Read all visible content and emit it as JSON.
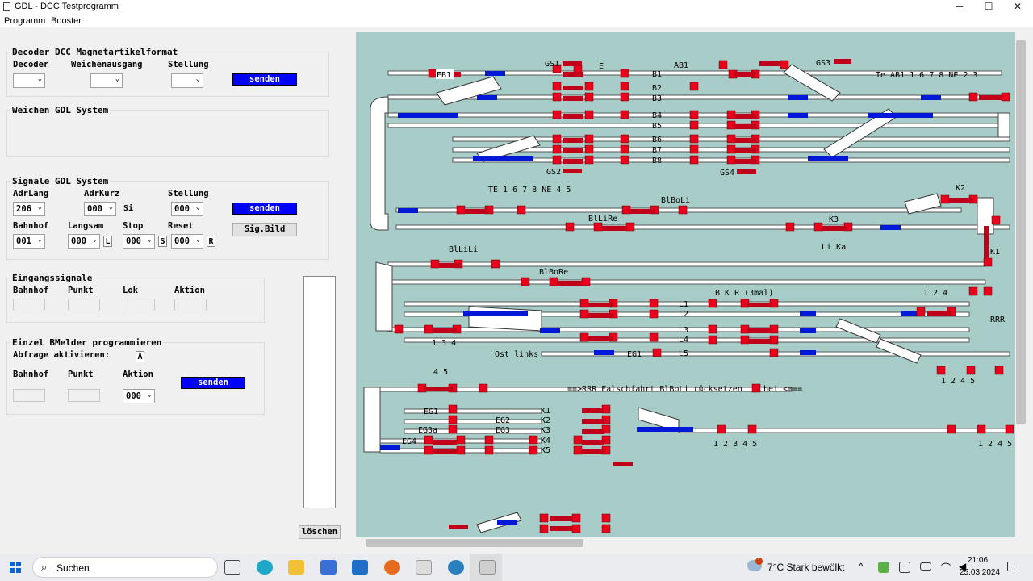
{
  "window": {
    "title": "GDL - DCC Testprogramm",
    "minimize": "─",
    "maximize": "☐",
    "close": "✕"
  },
  "menu": {
    "item1": "Programm",
    "item2": "Booster"
  },
  "decoder_group": {
    "title": "Decoder DCC Magnetartikelformat",
    "col_decoder": "Decoder",
    "col_weichenausgang": "Weichenausgang",
    "col_stellung": "Stellung",
    "send": "senden"
  },
  "weichen_group": {
    "title": "Weichen GDL System"
  },
  "signale_group": {
    "title": "Signale GDL System",
    "adrlang_label": "AdrLang",
    "adrlang_value": "206",
    "adrkurz_label": "AdrKurz",
    "adrkurz_value": "000",
    "adrkurz_suffix": "Si",
    "stellung_label": "Stellung",
    "stellung_value": "000",
    "send": "senden",
    "sigbild": "Sig.Bild",
    "bahnhof_label": "Bahnhof",
    "bahnhof_value": "001",
    "langsam_label": "Langsam",
    "langsam_value": "000",
    "langsam_suffix": "L",
    "stop_label": "Stop",
    "stop_value": "000",
    "stop_suffix": "S",
    "reset_label": "Reset",
    "reset_value": "000",
    "reset_suffix": "R"
  },
  "eingang_group": {
    "title": "Eingangssignale",
    "bahnhof": "Bahnhof",
    "punkt": "Punkt",
    "lok": "Lok",
    "aktion": "Aktion"
  },
  "bmelder_group": {
    "title": "Einzel BMelder programmieren",
    "abfrage_label": "Abfrage aktivieren:",
    "abfrage_value": "A",
    "bahnhof": "Bahnhof",
    "punkt": "Punkt",
    "aktion": "Aktion",
    "aktion_value": "000",
    "send": "senden"
  },
  "loeschen": "löschen",
  "track_labels": {
    "eb1": "EB1",
    "gs1": "GS1",
    "e": "E",
    "ab1": "AB1",
    "gs3": "GS3",
    "te_ab1": "Te AB1  1 6 7 8 NE 2 3",
    "b1": "B1",
    "b2": "B2",
    "b3": "B3",
    "b4": "B4",
    "b5": "B5",
    "b6": "B6",
    "b7": "B7",
    "b8": "B8",
    "gs2": "GS2",
    "gs4": "GS4",
    "te1": "TE 1 6 7 8  NE 4 5",
    "blboli": "BlBoLi",
    "k2": "K2",
    "blbire": "BlLiRe",
    "k3": "K3",
    "lika": "Li Ka",
    "blili": "BlLiLi",
    "k1": "K1",
    "blbore": "BlBoRe",
    "bkr": "B K R (3mal)",
    "n124": "1 2 4",
    "l1": "L1",
    "l2": "L2",
    "l3": "L3",
    "l4": "L4",
    "l5": "L5",
    "rrr": "RRR",
    "n134": "1 3 4",
    "ostlinks": "Ost links",
    "eg1": "EG1",
    "n1245": "1 2 4 5",
    "n45": "4 5",
    "falsch": "==>RRR Falschfahrt BlBoLi rücksetzen",
    "bei": "bei <===",
    "eg1b": "EG1",
    "k1b": "K1",
    "eg2": "EG2",
    "k2b": "K2",
    "eg3a": "EG3a",
    "eg3": "EG3",
    "k3b": "K3",
    "eg4": "EG4",
    "k4": "K4",
    "k5": "K5",
    "n12345": "1 2 3 4 5",
    "n1245b": "1 2 4 5"
  },
  "taskbar": {
    "search": "Suchen",
    "weather": "7°C  Stark bewölkt",
    "time": "21:06",
    "date": "25.03.2024",
    "notif": "1"
  }
}
